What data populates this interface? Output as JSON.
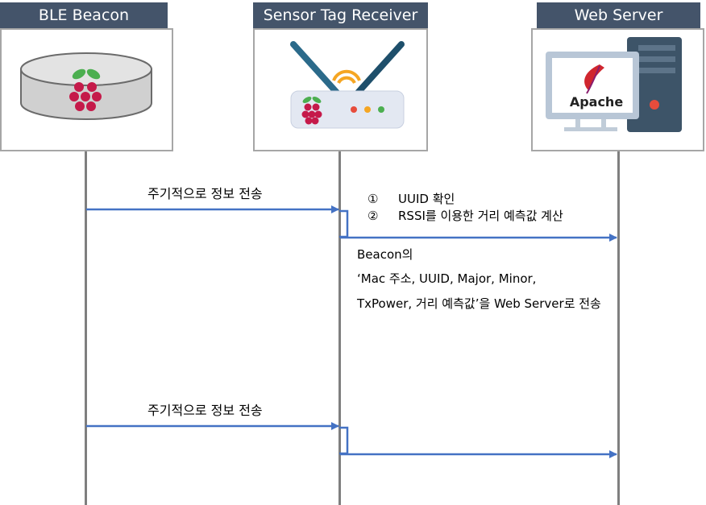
{
  "actors": {
    "beacon": {
      "label": "BLE Beacon",
      "icon": "raspberry-pi-disc-icon"
    },
    "receiver": {
      "label": "Sensor Tag Receiver",
      "icon": "wifi-router-icon"
    },
    "server": {
      "label": "Web Server",
      "icon": "server-computer-icon",
      "logo_text": "Apache"
    }
  },
  "messages": {
    "m1": "주기적으로 정보 전송",
    "m2": "주기적으로 정보 전송"
  },
  "steps": [
    {
      "num": "①",
      "text": "UUID 확인"
    },
    {
      "num": "②",
      "text": "RSSI를 이용한 거리 예측값 계산"
    }
  ],
  "note": {
    "line1": "Beacon의",
    "line2": "‘Mac 주소, UUID, Major, Minor,",
    "line3": "TxPower, 거리 예측값’을 Web Server로 전송"
  },
  "colors": {
    "header": "#44546a",
    "arrow": "#4472c4",
    "lifeline": "#7f7f7f",
    "box_border": "#a6a6a6"
  }
}
